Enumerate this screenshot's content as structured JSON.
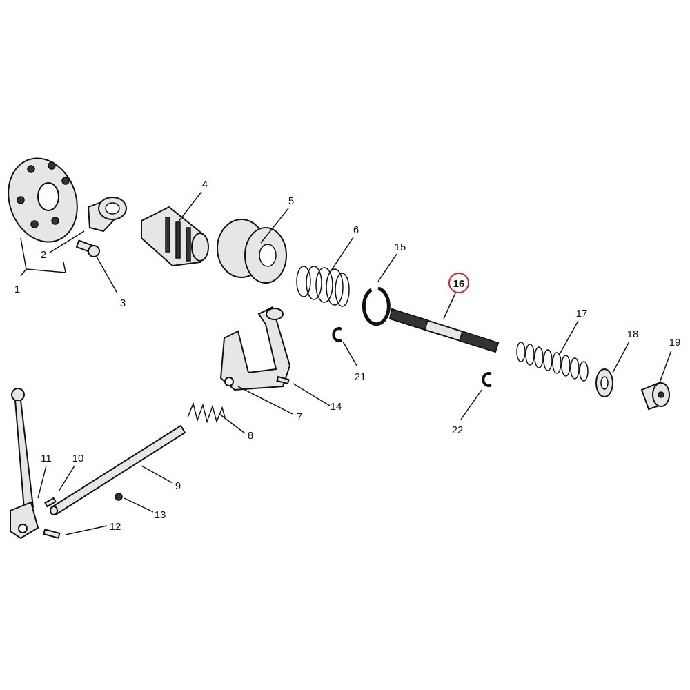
{
  "diagram": {
    "type": "exploded parts diagram",
    "highlight_color": "#d0202a",
    "highlighted_callout": "16",
    "callouts": [
      "1",
      "2",
      "3",
      "4",
      "5",
      "6",
      "7",
      "8",
      "9",
      "10",
      "11",
      "12",
      "13",
      "14",
      "15",
      "16",
      "17",
      "18",
      "19",
      "21",
      "22"
    ]
  }
}
